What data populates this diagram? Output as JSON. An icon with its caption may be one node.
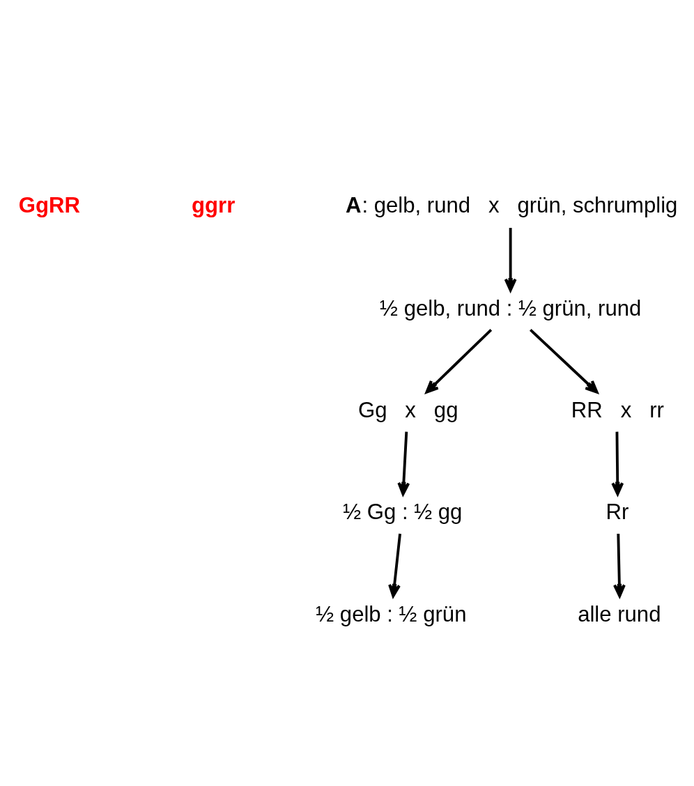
{
  "diagram": {
    "nodes": [
      {
        "text": [
          "**A**: gelb, rund   x   grün, schrumplig"
        ]
      },
      {
        "text": [
          "½ gelb, rund : ½ grün, rund"
        ]
      },
      {
        "text": [
          "Gg   x   gg"
        ]
      },
      {
        "text": [
          "RR   x   rr"
        ]
      },
      {
        "text": [
          "½ Gg : ½ gg"
        ]
      },
      {
        "text": [
          "Rr"
        ]
      },
      {
        "text": [
          "½ gelb : ½ grün"
        ]
      },
      {
        "text": [
          "alle rund"
        ]
      }
    ],
    "edges": [
      {
        "from": 0,
        "to": 1,
        "arrow": "to"
      },
      {
        "from": 1,
        "to": 2,
        "arrow": "to"
      },
      {
        "from": 1,
        "to": 3,
        "arrow": "to"
      },
      {
        "from": 2,
        "to": 4,
        "arrow": "to"
      },
      {
        "from": 3,
        "to": 5,
        "arrow": "to"
      },
      {
        "from": 4,
        "to": 6,
        "arrow": "to"
      },
      {
        "from": 5,
        "to": 7,
        "arrow": "to"
      }
    ],
    "labels": [
      "GgRR",
      "ggrr"
    ]
  }
}
